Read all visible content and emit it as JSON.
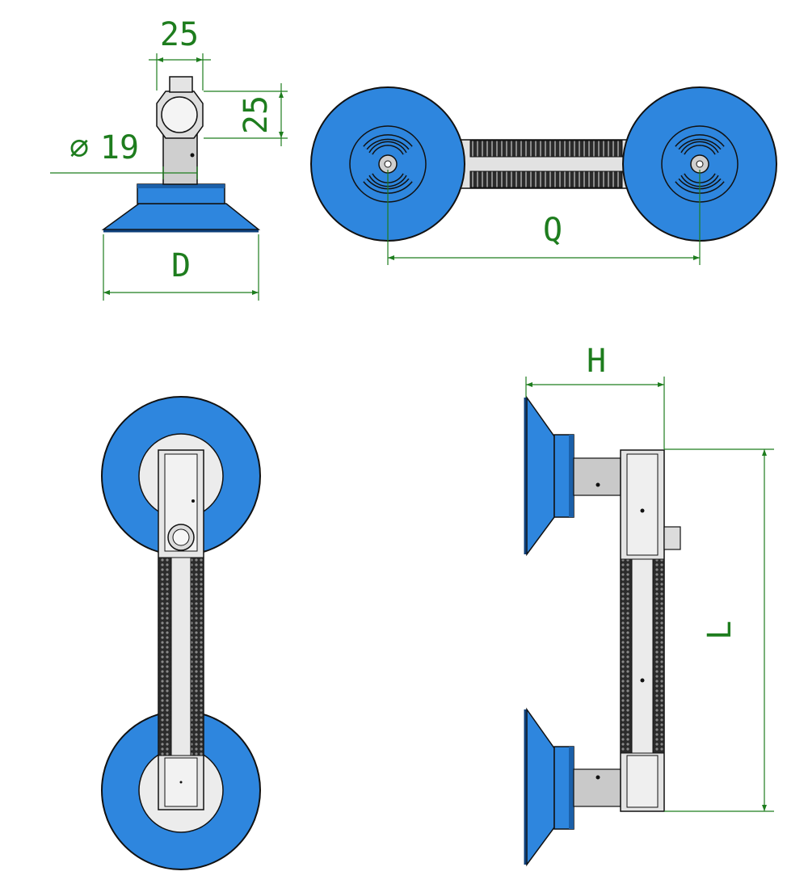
{
  "colors": {
    "dimension": "#1e7d1e",
    "suction_cup": "#2e86de",
    "suction_cup_edge": "#0d3f7a",
    "metal": "#d8d8d8",
    "metal_dark": "#9a9a9a",
    "grip": "#444444",
    "outline": "#111111"
  },
  "labels": {
    "width_top": "25",
    "height_side": "25",
    "diameter_symbol": "∅",
    "diameter_value": "19",
    "cup_diameter": "D",
    "center_distance": "Q",
    "overall_height": "H",
    "overall_length": "L"
  }
}
